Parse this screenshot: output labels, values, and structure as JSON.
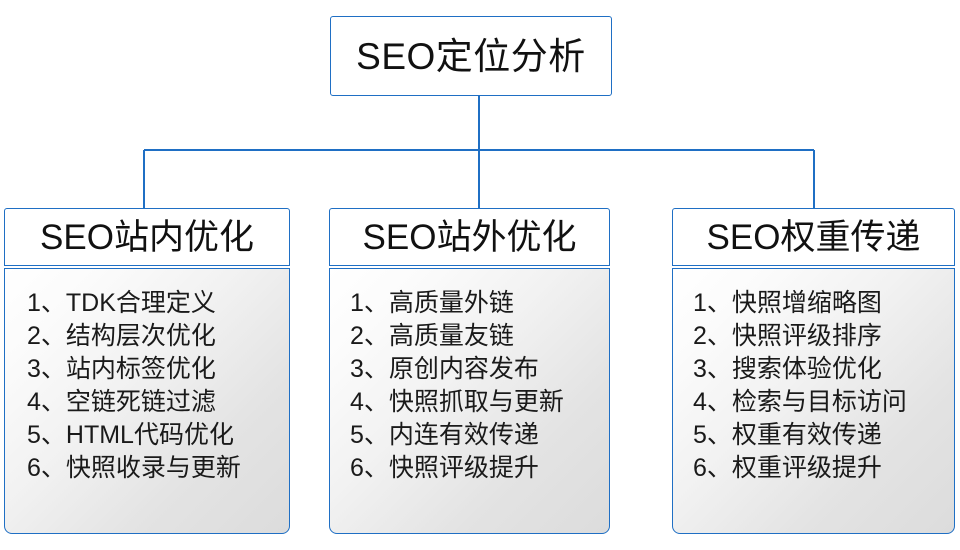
{
  "diagram": {
    "type": "org-chart",
    "accent_color": "#1F6FC4",
    "panel_fill_start": "#ffffff",
    "panel_fill_end": "#dcdcdc",
    "root": {
      "label": "SEO定位分析"
    },
    "branches": [
      {
        "header": "SEO站内优化",
        "items": [
          {
            "index": "1、",
            "text": "TDK合理定义"
          },
          {
            "index": "2、",
            "text": "结构层次优化"
          },
          {
            "index": "3、",
            "text": "站内标签优化"
          },
          {
            "index": "4、",
            "text": "空链死链过滤"
          },
          {
            "index": "5、",
            "text": "HTML代码优化"
          },
          {
            "index": "6、",
            "text": "快照收录与更新"
          }
        ]
      },
      {
        "header": "SEO站外优化",
        "items": [
          {
            "index": "1、",
            "text": "高质量外链"
          },
          {
            "index": "2、",
            "text": "高质量友链"
          },
          {
            "index": "3、",
            "text": "原创内容发布"
          },
          {
            "index": "4、",
            "text": "快照抓取与更新"
          },
          {
            "index": "5、",
            "text": "内连有效传递"
          },
          {
            "index": "6、",
            "text": "快照评级提升"
          }
        ]
      },
      {
        "header": "SEO权重传递",
        "items": [
          {
            "index": "1、",
            "text": "快照增缩略图"
          },
          {
            "index": "2、",
            "text": "快照评级排序"
          },
          {
            "index": "3、",
            "text": "搜索体验优化"
          },
          {
            "index": "4、",
            "text": "检索与目标访问"
          },
          {
            "index": "5、",
            "text": "权重有效传递"
          },
          {
            "index": "6、",
            "text": "权重评级提升"
          }
        ]
      }
    ]
  }
}
